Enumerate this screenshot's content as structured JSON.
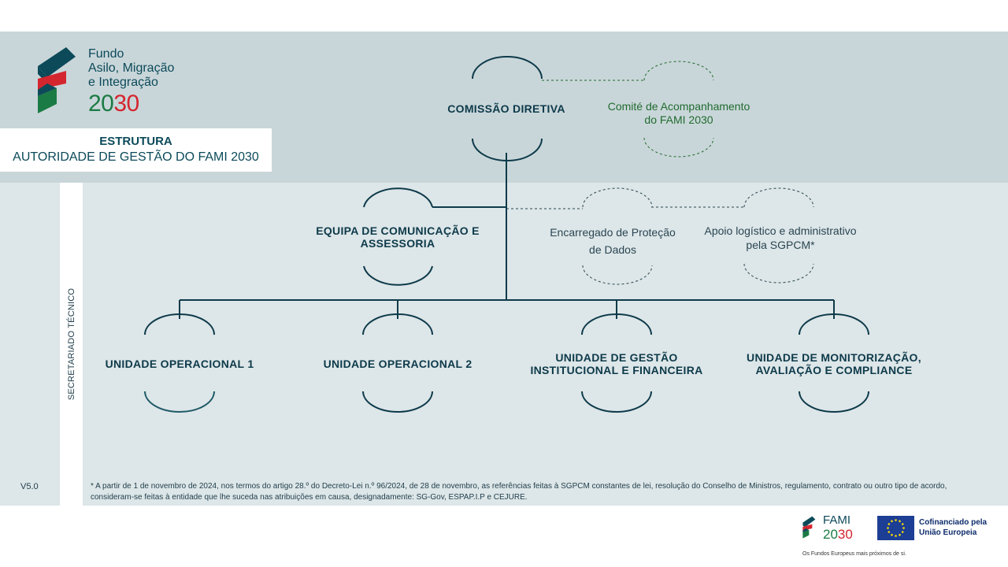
{
  "logo": {
    "line1": "Fundo",
    "line2": "Asilo, Migração",
    "line3": "e Integração",
    "year_prefix": "20",
    "year_suffix": "30"
  },
  "title": {
    "line1": "ESTRUTURA",
    "line2": "AUTORIDADE DE GESTÃO DO FAMI 2030"
  },
  "side_label": "SECRETARIADO TÉCNICO",
  "nodes": {
    "comissao": "COMISSÃO DIRETIVA",
    "comite_line1": "Comité de Acompanhamento",
    "comite_line2": "do FAMI 2030",
    "equipa_line1": "EQUIPA DE COMUNICAÇÃO E",
    "equipa_line2": "ASSESSORIA",
    "encarregado_line1": "Encarregado de Proteção",
    "encarregado_line2": "de Dados",
    "apoio_line1": "Apoio logístico e administrativo",
    "apoio_line2": "pela SGPCM*",
    "unidade1": "UNIDADE OPERACIONAL 1",
    "unidade2": "UNIDADE OPERACIONAL 2",
    "gestao_line1": "UNIDADE DE GESTÃO",
    "gestao_line2": "INSTITUCIONAL E FINANCEIRA",
    "monit_line1": "UNIDADE DE MONITORIZAÇÃO,",
    "monit_line2": "AVALIAÇÃO E COMPLIANCE"
  },
  "version": "V5.0",
  "footnote": "* A partir de 1 de novembro de 2024, nos termos do artigo 28.º do Decreto-Lei n.º 96/2024, de 28 de novembro, as referências feitas à SGPCM constantes de lei, resolução do Conselho de Ministros, regulamento, contrato ou outro tipo de acordo, consideram-se feitas à entidade que lhe suceda nas atribuições em causa, designadamente: SG-Gov, ESPAP.I.P e CEJURE.",
  "footer": {
    "fami_name": "FAMI",
    "fami_year_prefix": "20",
    "fami_year_suffix": "30",
    "eu_line1": "Cofinanciado pela",
    "eu_line2": "União Europeia",
    "tagline": "Os Fundos Europeus mais próximos de si."
  },
  "colors": {
    "dark_teal": "#0d3a4a",
    "band_top": "#c9d6d9",
    "band_main": "#dde6e8",
    "green": "#1f6b2f",
    "red": "#d4262f",
    "eu_blue": "#1c3e94",
    "eu_star": "#ffdd00"
  }
}
